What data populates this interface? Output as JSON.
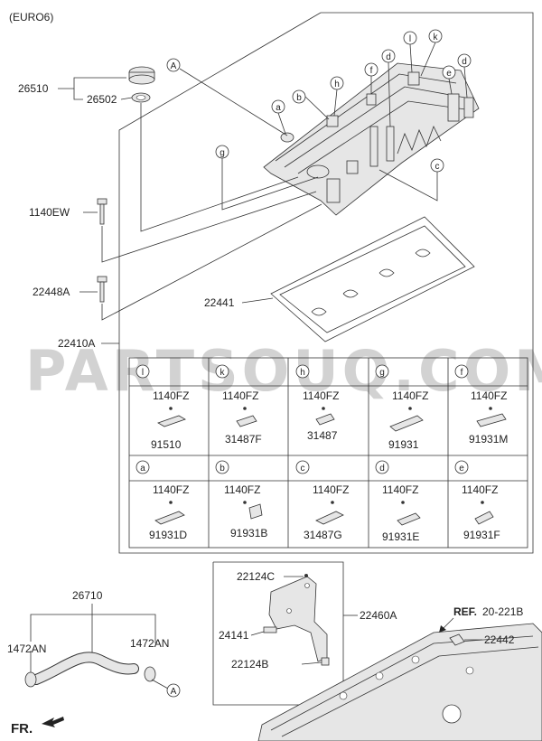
{
  "diagram": {
    "variant_label": "(EURO6)",
    "watermark": "PARTSOUQ.COM",
    "front_label": "FR.",
    "ref_bold": "REF.",
    "ref_number": "20-221B",
    "part_numbers": {
      "oil_cap": "26510",
      "cap_gasket": "26502",
      "bolt_a": "1140EW",
      "bolt_b": "22448A",
      "cover_assy": "22410A",
      "cover_gasket": "22441",
      "hose": "26710",
      "clamp_left": "1472AN",
      "clamp_right": "1472AN",
      "bracket_assy": "22460A",
      "bracket_bolt_top": "22124C",
      "bracket_stud": "24141",
      "bracket_bolt_bottom": "22124B",
      "plug": "22442"
    },
    "callouts": {
      "top_l": "l",
      "top_k": "k",
      "top_d1": "d",
      "top_f": "f",
      "top_e": "e",
      "top_d2": "d",
      "top_h": "h",
      "top_b": "b",
      "top_a": "a",
      "top_g": "g",
      "top_c": "c",
      "ref_A_top": "A",
      "ref_A_bottom": "A"
    },
    "table": {
      "row1": [
        {
          "key": "l",
          "bolt": "1140FZ",
          "part": "91510"
        },
        {
          "key": "k",
          "bolt": "1140FZ",
          "part": "31487F"
        },
        {
          "key": "h",
          "bolt": "1140FZ",
          "part": "31487"
        },
        {
          "key": "g",
          "bolt": "1140FZ",
          "part": "91931"
        },
        {
          "key": "f",
          "bolt": "1140FZ",
          "part": "91931M"
        }
      ],
      "row2": [
        {
          "key": "a",
          "bolt": "1140FZ",
          "part": "91931D"
        },
        {
          "key": "b",
          "bolt": "1140FZ",
          "part": "91931B"
        },
        {
          "key": "c",
          "bolt": "1140FZ",
          "part": "31487G"
        },
        {
          "key": "d",
          "bolt": "1140FZ",
          "part": "91931E"
        },
        {
          "key": "e",
          "bolt": "1140FZ",
          "part": "91931F"
        }
      ]
    }
  }
}
